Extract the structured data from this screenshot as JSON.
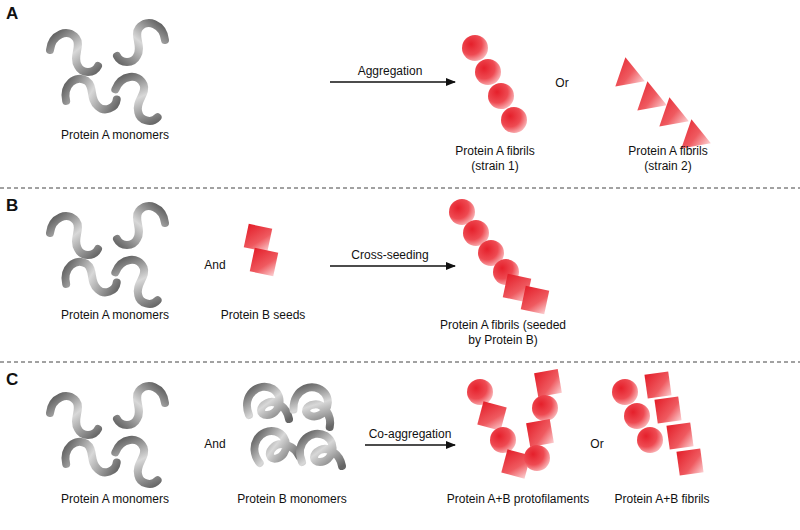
{
  "diagram": {
    "labels": [
      "A",
      "Protein A monomers",
      "Aggregation",
      "Protein A fibrils (strain 1)",
      "Or",
      "Protein A fibrils (strain 2)",
      "B",
      "Protein A monomers",
      "And",
      "Protein B seeds",
      "Cross-seeding",
      "Protein A fibrils (seeded by Protein B)",
      "C",
      "Protein A monomers",
      "And",
      "Protein B monomers",
      "Co-aggregation",
      "Protein A+B protofilaments",
      "Or",
      "Protein A+B fibrils"
    ]
  }
}
